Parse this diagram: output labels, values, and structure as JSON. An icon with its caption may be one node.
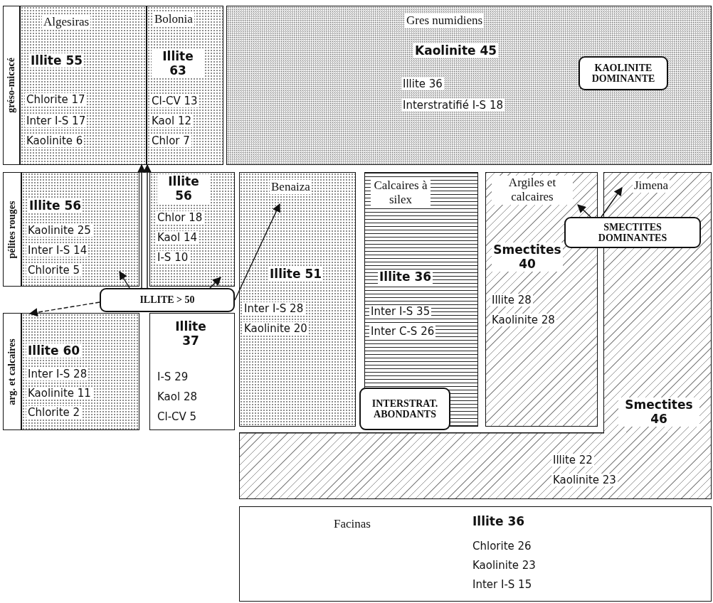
{
  "diagram": {
    "nodes": [
      {
        "text": [
          "gréso-micacé"
        ]
      },
      {
        "text": [
          "Algesiras",
          "Illite 55",
          "Chlorite 17",
          "Inter I-S 17",
          "Kaolinite 6"
        ]
      },
      {
        "text": [
          "Bolonia",
          "Illite 63",
          "Cl-CV 13",
          "Kaol 12",
          "Chlor 7"
        ]
      },
      {
        "text": [
          "Gres numidiens",
          "Kaolinite 45",
          "Illite 36",
          "Interstratifié I-S 18"
        ]
      },
      {
        "text": [
          "KAOLINITE DOMINANTE"
        ],
        "in": 3
      },
      {
        "text": [
          "pélites rouges"
        ]
      },
      {
        "text": [
          "Illite 56",
          "Kaolinite 25",
          "Inter I-S 14",
          "Chlorite 5"
        ]
      },
      {
        "text": [
          "Illite 56",
          "Chlor 18",
          "Kaol 14",
          "I-S 10"
        ]
      },
      {
        "text": [
          "Benaiza",
          "Illite 51",
          "Inter I-S 28",
          "Kaolinite 20"
        ]
      },
      {
        "text": [
          "Calcaires à silex",
          "Illite 36",
          "Inter I-S 35",
          "Inter C-S 26"
        ]
      },
      {
        "text": [
          "Argiles et calcaires",
          "Smectites 40",
          "Illite 28",
          "Kaolinite 28"
        ]
      },
      {
        "text": [
          "Jimena",
          "Smectites 46"
        ]
      },
      {
        "text": [
          "SMECTITES DOMINANTES"
        ]
      },
      {
        "text": [
          "ILLITE > 50"
        ]
      },
      {
        "text": [
          "arg. et calcaires"
        ]
      },
      {
        "text": [
          "Illite 60",
          "Inter I-S 28",
          "Kaolinite 11",
          "Chlorite 2"
        ]
      },
      {
        "text": [
          "Illite 37",
          "I-S 29",
          "Kaol 28",
          "Cl-CV 5"
        ]
      },
      {
        "text": [
          "INTERSTRAT. ABONDANTS"
        ]
      },
      {
        "text": [
          "Illite 22",
          "Kaolinite 23"
        ]
      },
      {
        "text": [
          "Facinas",
          "Illite 36",
          "Chlorite 26",
          "Kaolinite 23",
          "Inter I-S 15"
        ]
      }
    ],
    "edges": [
      {
        "from": 13,
        "to": 1,
        "arrow": "to"
      },
      {
        "from": 13,
        "to": 2,
        "arrow": "to"
      },
      {
        "from": 13,
        "to": 8,
        "arrow": "to"
      },
      {
        "from": 13,
        "to": 6,
        "arrow": "to"
      },
      {
        "from": 13,
        "to": 7,
        "arrow": "to"
      },
      {
        "from": 13,
        "to": 15,
        "arrow": "to",
        "style": "dashed"
      },
      {
        "from": 12,
        "to": 10,
        "arrow": "to"
      },
      {
        "from": 12,
        "to": 11,
        "arrow": "to"
      }
    ]
  }
}
